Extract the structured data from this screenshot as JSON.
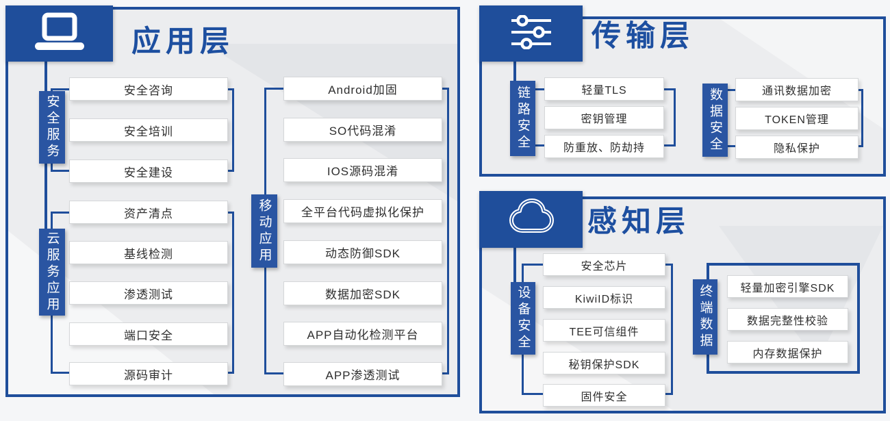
{
  "colors": {
    "primary_blue": "#1f4e9b",
    "label_blue": "#2a55a2",
    "title_blue": "#1d4fa0",
    "panel_bg": "#ecedef",
    "item_bg": "#ffffff",
    "item_border": "#d5d7d9",
    "item_text": "#2e2e2e"
  },
  "panels": {
    "application": {
      "title": "应用层",
      "icon": "laptop-icon",
      "groups": {
        "security_service": {
          "label": "安全服务",
          "items": [
            "安全咨询",
            "安全培训",
            "安全建设"
          ]
        },
        "cloud_service": {
          "label": "云服务应用",
          "items": [
            "资产清点",
            "基线检测",
            "渗透测试",
            "端口安全",
            "源码审计"
          ]
        },
        "mobile_app": {
          "label": "移动应用",
          "items": [
            "Android加固",
            "SO代码混淆",
            "IOS源码混淆",
            "全平台代码虚拟化保护",
            "动态防御SDK",
            "数据加密SDK",
            "APP自动化检测平台",
            "APP渗透测试"
          ]
        }
      }
    },
    "transport": {
      "title": "传输层",
      "icon": "sliders-icon",
      "groups": {
        "link_security": {
          "label": "链路安全",
          "items": [
            "轻量TLS",
            "密钥管理",
            "防重放、防劫持"
          ]
        },
        "data_security": {
          "label": "数据安全",
          "items": [
            "通讯数据加密",
            "TOKEN管理",
            "隐私保护"
          ]
        }
      }
    },
    "perception": {
      "title": "感知层",
      "icon": "cloud-icon",
      "groups": {
        "device_security": {
          "label": "设备安全",
          "items": [
            "安全芯片",
            "KiwiID标识",
            "TEE可信组件",
            "秘钥保护SDK",
            "固件安全"
          ]
        },
        "terminal_data": {
          "label": "终端数据",
          "items": [
            "轻量加密引擎SDK",
            "数据完整性校验",
            "内存数据保护"
          ]
        }
      }
    }
  }
}
